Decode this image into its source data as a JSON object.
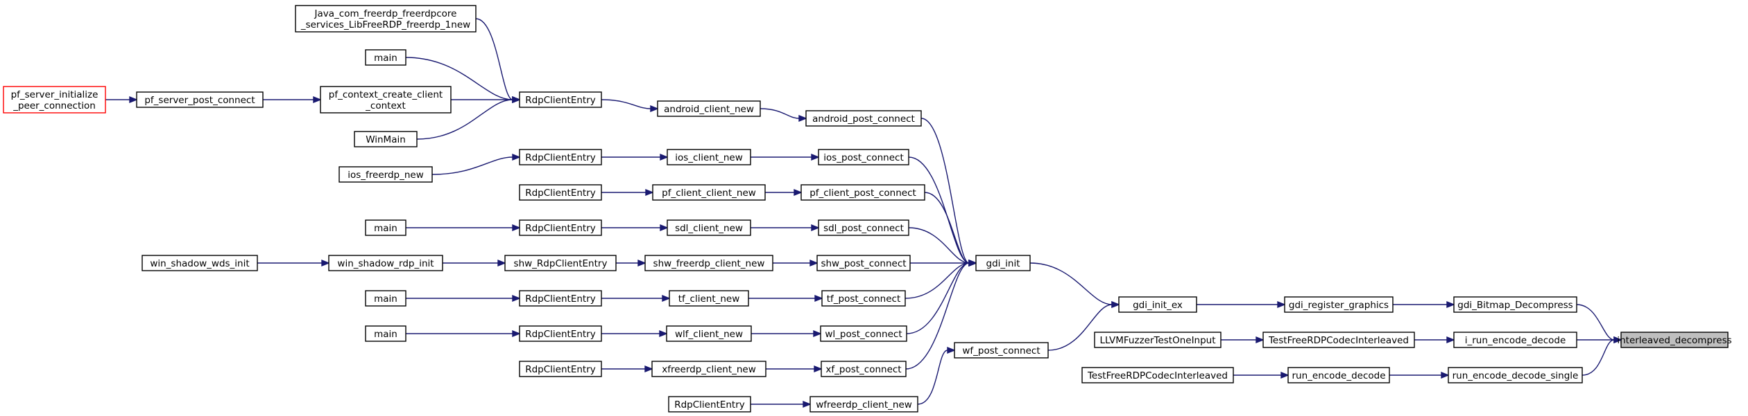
{
  "graph": {
    "nodes": [
      {
        "id": "interleaved_decompress",
        "lines": [
          "interleaved_decompress"
        ]
      },
      {
        "id": "gdi_Bitmap_Decompress",
        "lines": [
          "gdi_Bitmap_Decompress"
        ]
      },
      {
        "id": "i_run_encode_decode",
        "lines": [
          "i_run_encode_decode"
        ]
      },
      {
        "id": "run_encode_decode_single",
        "lines": [
          "run_encode_decode_single"
        ]
      },
      {
        "id": "gdi_register_graphics",
        "lines": [
          "gdi_register_graphics"
        ]
      },
      {
        "id": "TestFreeRDPCodecInterleaved_a",
        "lines": [
          "TestFreeRDPCodecInterleaved"
        ]
      },
      {
        "id": "run_encode_decode",
        "lines": [
          "run_encode_decode"
        ]
      },
      {
        "id": "gdi_init_ex",
        "lines": [
          "gdi_init_ex"
        ]
      },
      {
        "id": "LLVMFuzzerTestOneInput",
        "lines": [
          "LLVMFuzzerTestOneInput"
        ]
      },
      {
        "id": "TestFreeRDPCodecInterleaved_b",
        "lines": [
          "TestFreeRDPCodecInterleaved"
        ]
      },
      {
        "id": "gdi_init",
        "lines": [
          "gdi_init"
        ]
      },
      {
        "id": "wf_post_connect",
        "lines": [
          "wf_post_connect"
        ]
      },
      {
        "id": "android_post_connect",
        "lines": [
          "android_post_connect"
        ]
      },
      {
        "id": "ios_post_connect",
        "lines": [
          "ios_post_connect"
        ]
      },
      {
        "id": "pf_client_post_connect",
        "lines": [
          "pf_client_post_connect"
        ]
      },
      {
        "id": "sdl_post_connect",
        "lines": [
          "sdl_post_connect"
        ]
      },
      {
        "id": "shw_post_connect",
        "lines": [
          "shw_post_connect"
        ]
      },
      {
        "id": "tf_post_connect",
        "lines": [
          "tf_post_connect"
        ]
      },
      {
        "id": "wl_post_connect",
        "lines": [
          "wl_post_connect"
        ]
      },
      {
        "id": "xf_post_connect",
        "lines": [
          "xf_post_connect"
        ]
      },
      {
        "id": "wfreerdp_client_new",
        "lines": [
          "wfreerdp_client_new"
        ]
      },
      {
        "id": "android_client_new",
        "lines": [
          "android_client_new"
        ]
      },
      {
        "id": "ios_client_new",
        "lines": [
          "ios_client_new"
        ]
      },
      {
        "id": "pf_client_client_new",
        "lines": [
          "pf_client_client_new"
        ]
      },
      {
        "id": "sdl_client_new",
        "lines": [
          "sdl_client_new"
        ]
      },
      {
        "id": "shw_freerdp_client_new",
        "lines": [
          "shw_freerdp_client_new"
        ]
      },
      {
        "id": "tf_client_new",
        "lines": [
          "tf_client_new"
        ]
      },
      {
        "id": "wlf_client_new",
        "lines": [
          "wlf_client_new"
        ]
      },
      {
        "id": "xfreerdp_client_new",
        "lines": [
          "xfreerdp_client_new"
        ]
      },
      {
        "id": "RdpClientEntry_android",
        "lines": [
          "RdpClientEntry"
        ]
      },
      {
        "id": "RdpClientEntry_ios",
        "lines": [
          "RdpClientEntry"
        ]
      },
      {
        "id": "RdpClientEntry_pf",
        "lines": [
          "RdpClientEntry"
        ]
      },
      {
        "id": "RdpClientEntry_sdl",
        "lines": [
          "RdpClientEntry"
        ]
      },
      {
        "id": "shw_RdpClientEntry",
        "lines": [
          "shw_RdpClientEntry"
        ]
      },
      {
        "id": "RdpClientEntry_tf",
        "lines": [
          "RdpClientEntry"
        ]
      },
      {
        "id": "RdpClientEntry_wlf",
        "lines": [
          "RdpClientEntry"
        ]
      },
      {
        "id": "RdpClientEntry_xf",
        "lines": [
          "RdpClientEntry"
        ]
      },
      {
        "id": "RdpClientEntry_wf",
        "lines": [
          "RdpClientEntry"
        ]
      },
      {
        "id": "Java_com_freerdp_1new",
        "lines": [
          "Java_com_freerdp_freerdpcore",
          "_services_LibFreeRDP_freerdp_1new"
        ]
      },
      {
        "id": "main_android",
        "lines": [
          "main"
        ]
      },
      {
        "id": "pf_context_create_client_context",
        "lines": [
          "pf_context_create_client",
          "_context"
        ]
      },
      {
        "id": "WinMain",
        "lines": [
          "WinMain"
        ]
      },
      {
        "id": "ios_freerdp_new",
        "lines": [
          "ios_freerdp_new"
        ]
      },
      {
        "id": "main_sdl",
        "lines": [
          "main"
        ]
      },
      {
        "id": "win_shadow_rdp_init",
        "lines": [
          "win_shadow_rdp_init"
        ]
      },
      {
        "id": "main_tf",
        "lines": [
          "main"
        ]
      },
      {
        "id": "main_wlf",
        "lines": [
          "main"
        ]
      },
      {
        "id": "pf_server_post_connect",
        "lines": [
          "pf_server_post_connect"
        ]
      },
      {
        "id": "win_shadow_wds_init",
        "lines": [
          "win_shadow_wds_init"
        ]
      },
      {
        "id": "pf_server_initialize_peer_connection",
        "lines": [
          "pf_server_initialize",
          "_peer_connection"
        ]
      }
    ],
    "edges": [
      {
        "from": "gdi_Bitmap_Decompress",
        "to": "interleaved_decompress"
      },
      {
        "from": "i_run_encode_decode",
        "to": "interleaved_decompress"
      },
      {
        "from": "run_encode_decode_single",
        "to": "interleaved_decompress"
      },
      {
        "from": "gdi_register_graphics",
        "to": "gdi_Bitmap_Decompress"
      },
      {
        "from": "TestFreeRDPCodecInterleaved_a",
        "to": "i_run_encode_decode"
      },
      {
        "from": "run_encode_decode",
        "to": "run_encode_decode_single"
      },
      {
        "from": "gdi_init_ex",
        "to": "gdi_register_graphics"
      },
      {
        "from": "LLVMFuzzerTestOneInput",
        "to": "TestFreeRDPCodecInterleaved_a"
      },
      {
        "from": "TestFreeRDPCodecInterleaved_b",
        "to": "run_encode_decode"
      },
      {
        "from": "gdi_init",
        "to": "gdi_init_ex"
      },
      {
        "from": "wf_post_connect",
        "to": "gdi_init_ex"
      },
      {
        "from": "android_post_connect",
        "to": "gdi_init"
      },
      {
        "from": "ios_post_connect",
        "to": "gdi_init"
      },
      {
        "from": "pf_client_post_connect",
        "to": "gdi_init"
      },
      {
        "from": "sdl_post_connect",
        "to": "gdi_init"
      },
      {
        "from": "shw_post_connect",
        "to": "gdi_init"
      },
      {
        "from": "tf_post_connect",
        "to": "gdi_init"
      },
      {
        "from": "wl_post_connect",
        "to": "gdi_init"
      },
      {
        "from": "xf_post_connect",
        "to": "gdi_init"
      },
      {
        "from": "wfreerdp_client_new",
        "to": "wf_post_connect"
      },
      {
        "from": "android_client_new",
        "to": "android_post_connect"
      },
      {
        "from": "ios_client_new",
        "to": "ios_post_connect"
      },
      {
        "from": "pf_client_client_new",
        "to": "pf_client_post_connect"
      },
      {
        "from": "sdl_client_new",
        "to": "sdl_post_connect"
      },
      {
        "from": "shw_freerdp_client_new",
        "to": "shw_post_connect"
      },
      {
        "from": "tf_client_new",
        "to": "tf_post_connect"
      },
      {
        "from": "wlf_client_new",
        "to": "wl_post_connect"
      },
      {
        "from": "xfreerdp_client_new",
        "to": "xf_post_connect"
      },
      {
        "from": "RdpClientEntry_android",
        "to": "android_client_new"
      },
      {
        "from": "RdpClientEntry_ios",
        "to": "ios_client_new"
      },
      {
        "from": "RdpClientEntry_pf",
        "to": "pf_client_client_new"
      },
      {
        "from": "RdpClientEntry_sdl",
        "to": "sdl_client_new"
      },
      {
        "from": "shw_RdpClientEntry",
        "to": "shw_freerdp_client_new"
      },
      {
        "from": "RdpClientEntry_tf",
        "to": "tf_client_new"
      },
      {
        "from": "RdpClientEntry_wlf",
        "to": "wlf_client_new"
      },
      {
        "from": "RdpClientEntry_xf",
        "to": "xfreerdp_client_new"
      },
      {
        "from": "RdpClientEntry_wf",
        "to": "wfreerdp_client_new"
      },
      {
        "from": "Java_com_freerdp_1new",
        "to": "RdpClientEntry_android"
      },
      {
        "from": "main_android",
        "to": "RdpClientEntry_android"
      },
      {
        "from": "pf_context_create_client_context",
        "to": "RdpClientEntry_android"
      },
      {
        "from": "WinMain",
        "to": "RdpClientEntry_android"
      },
      {
        "from": "ios_freerdp_new",
        "to": "RdpClientEntry_ios"
      },
      {
        "from": "main_sdl",
        "to": "RdpClientEntry_sdl"
      },
      {
        "from": "win_shadow_rdp_init",
        "to": "shw_RdpClientEntry"
      },
      {
        "from": "main_tf",
        "to": "RdpClientEntry_tf"
      },
      {
        "from": "main_wlf",
        "to": "RdpClientEntry_wlf"
      },
      {
        "from": "pf_server_post_connect",
        "to": "pf_context_create_client_context"
      },
      {
        "from": "win_shadow_wds_init",
        "to": "win_shadow_rdp_init"
      },
      {
        "from": "pf_server_initialize_peer_connection",
        "to": "pf_server_post_connect"
      }
    ]
  }
}
